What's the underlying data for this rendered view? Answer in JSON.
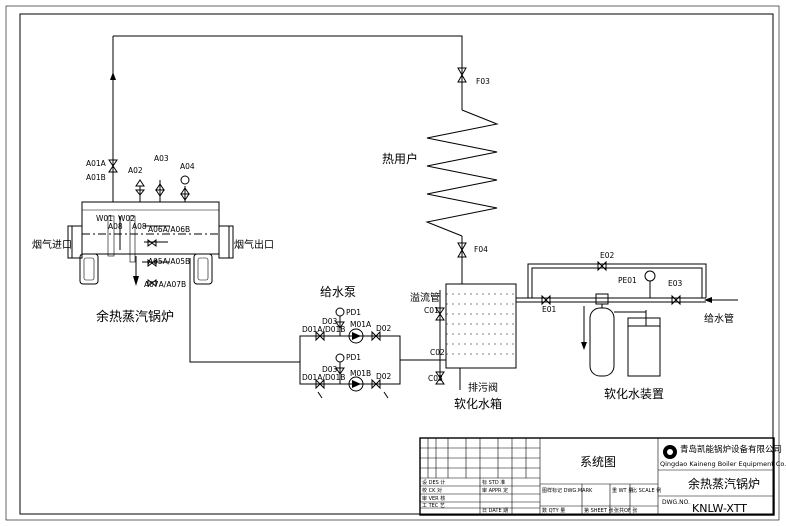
{
  "labels": {
    "heat_user": "热用户",
    "boiler_name": "余热蒸汽锅炉",
    "flue_in": "烟气进口",
    "flue_out": "烟气出口",
    "feed_pump": "给水泵",
    "overflow_pipe": "溢流管",
    "drain_valve": "排污阀",
    "soft_water_tank": "软化水箱",
    "softener": "软化水装置",
    "feed_pipe": "给水管"
  },
  "tags": {
    "a01a": "A01A",
    "a01b": "A01B",
    "a02": "A02",
    "a03": "A03",
    "a04": "A04",
    "w01": "W01",
    "w02": "W02",
    "a08a": "A08",
    "a08b": "A08",
    "a06": "A06A/A06B",
    "a05": "A05A/A05B",
    "a07": "A07A/A07B",
    "f03": "F03",
    "f04": "F04",
    "pd1_top": "PD1",
    "pd1_bot": "PD1",
    "d01_top": "D01A/D01B",
    "d01_bot": "D01A/D01B",
    "d03_top": "D03",
    "d03_bot": "D03",
    "m01a": "M01A",
    "m01b": "M01B",
    "d02_top": "D02",
    "d02_bot": "D02",
    "c01": "C01",
    "c02": "C02",
    "c03": "C03",
    "e01": "E01",
    "e02": "E02",
    "e03": "E03",
    "pe01": "PE01"
  },
  "title_block": {
    "company_cn": "青岛凯能锅炉设备有限公司",
    "company_en": "Qingdao Kaineng Boiler Equipment Co.,Ltd.",
    "drawing_title": "系统图",
    "project_name": "余热蒸汽锅炉",
    "drawing_no_label": "DWG.NO.",
    "drawing_no": "KNLW-XTT",
    "r_design": "设 DES 计",
    "r_check": "校 CK 对",
    "r_verify": "审 VER 核",
    "r_tech": "工 TEC 艺",
    "r_std": "标 STD 准",
    "r_approve": "审 APPR 定",
    "r_date": "日 DATE 期",
    "r_mark": "图样标记 DWG.MARK",
    "r_weight": "重 WT 量",
    "r_scale": "比 SCALE 例",
    "r_qty": "数 QTY 量",
    "r_sheet": "第 SHEET 张",
    "r_of": "张共OF 张"
  }
}
